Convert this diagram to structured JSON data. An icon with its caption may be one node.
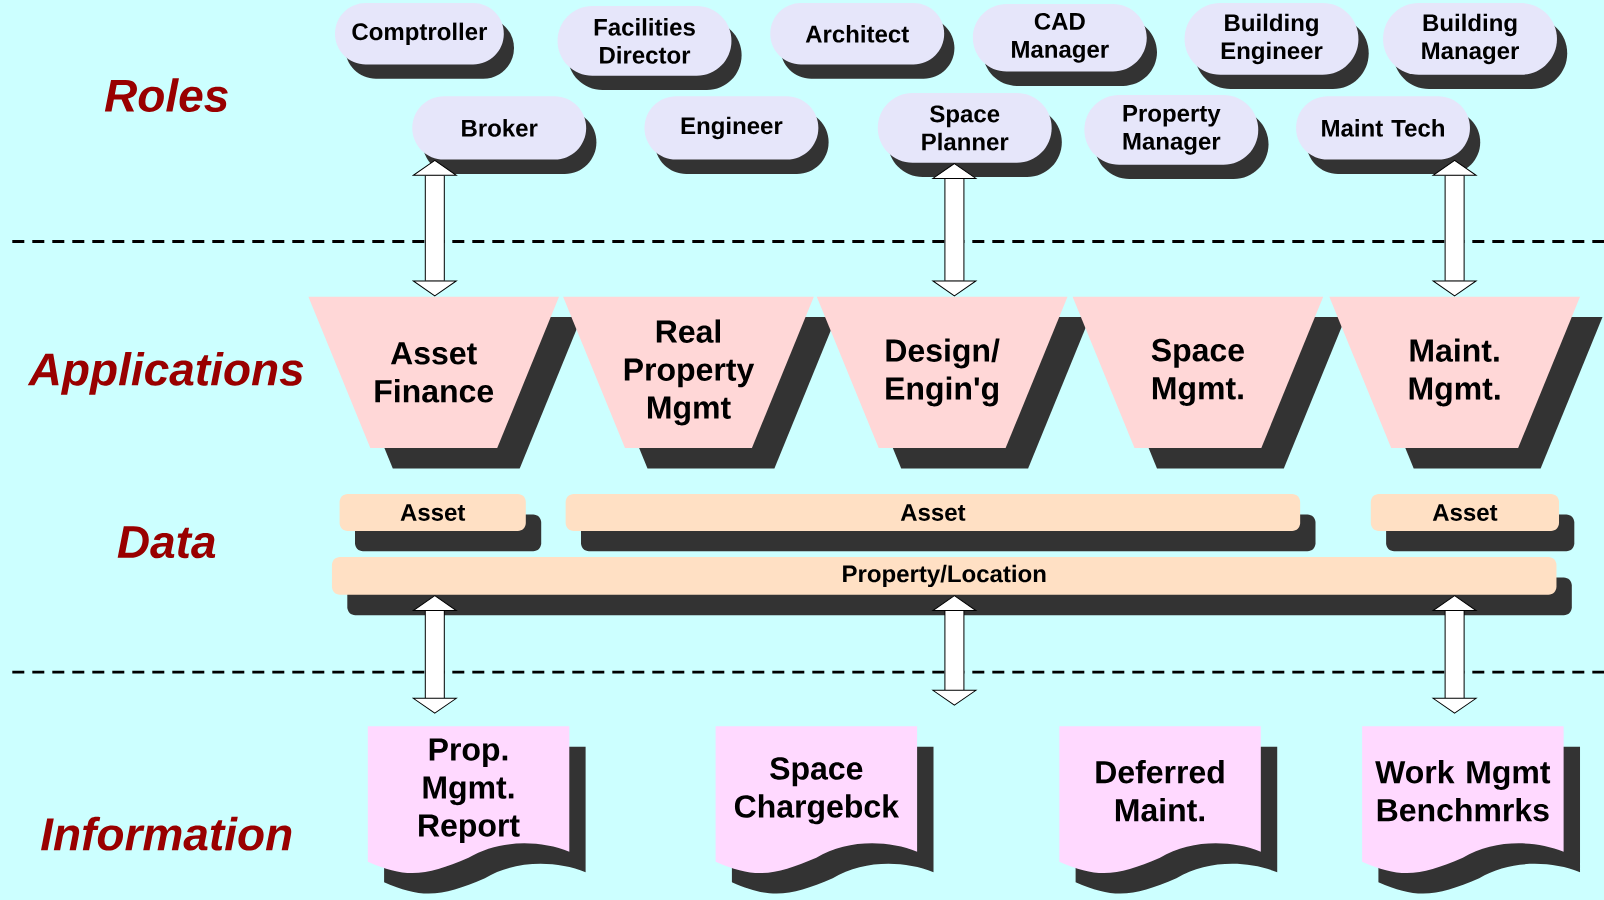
{
  "diagram": {
    "nodes": [
      {
        "text": [
          "Comptroller"
        ]
      },
      {
        "text": [
          "Facilities Director"
        ]
      },
      {
        "text": [
          "Architect"
        ]
      },
      {
        "text": [
          "CAD Manager"
        ]
      },
      {
        "text": [
          "Building Engineer"
        ]
      },
      {
        "text": [
          "Building Manager"
        ]
      },
      {
        "text": [
          "Broker"
        ]
      },
      {
        "text": [
          "Engineer"
        ]
      },
      {
        "text": [
          "Space Planner"
        ]
      },
      {
        "text": [
          "Property Manager"
        ]
      },
      {
        "text": [
          "Maint Tech"
        ]
      },
      {
        "text": [
          "Asset Finance"
        ]
      },
      {
        "text": [
          "Real Property Mgmt"
        ]
      },
      {
        "text": [
          "Design/ Engin'g"
        ]
      },
      {
        "text": [
          "Space Mgmt."
        ]
      },
      {
        "text": [
          "Maint. Mgmt."
        ]
      },
      {
        "text": [
          "Asset"
        ]
      },
      {
        "text": [
          "Asset"
        ]
      },
      {
        "text": [
          "Asset"
        ]
      },
      {
        "text": [
          "Property/Location"
        ]
      },
      {
        "text": [
          "Prop. Mgmt. Report"
        ]
      },
      {
        "text": [
          "Space Chargebck"
        ]
      },
      {
        "text": [
          "Deferred Maint."
        ]
      },
      {
        "text": [
          "Work Mgmt Benchmrks"
        ]
      }
    ],
    "edges": [
      {
        "from": 6,
        "to": 11,
        "arrow": "both"
      },
      {
        "from": 8,
        "to": 13,
        "arrow": "both"
      },
      {
        "from": 10,
        "to": 15,
        "arrow": "both"
      },
      {
        "from": 19,
        "to": 20,
        "arrow": "both"
      },
      {
        "from": 19,
        "to": null,
        "arrow": "both"
      },
      {
        "from": 19,
        "to": 23,
        "arrow": "both"
      }
    ],
    "labels": [
      "Roles",
      "Applications",
      "Data",
      "Information"
    ]
  }
}
